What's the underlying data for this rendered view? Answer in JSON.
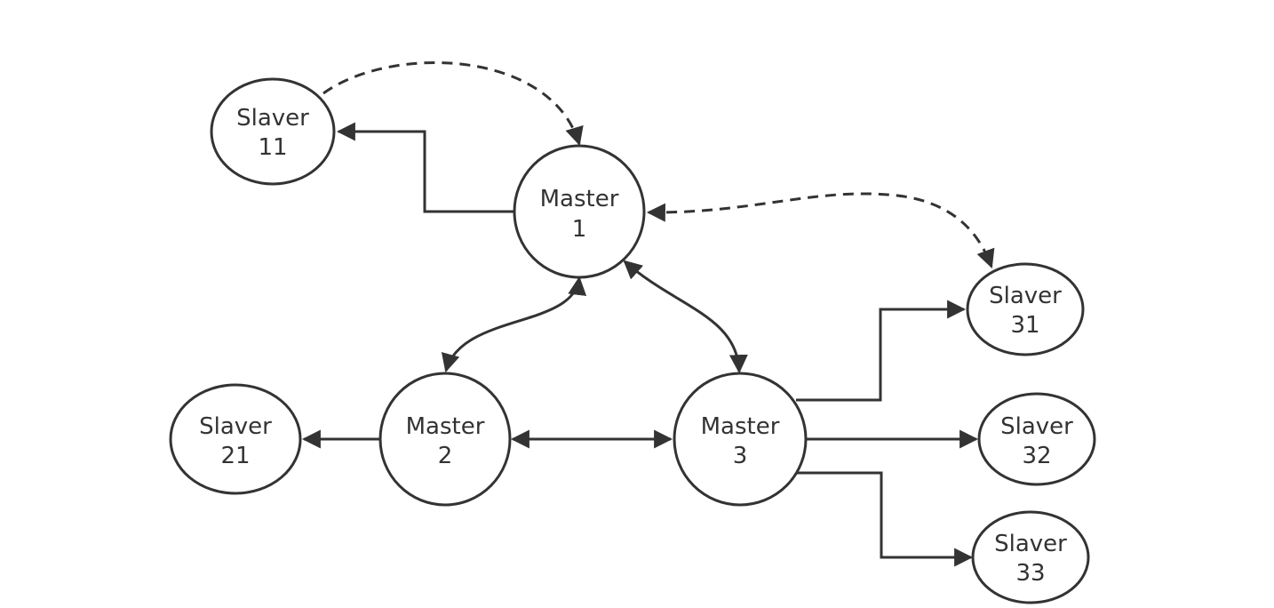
{
  "diagram": {
    "colors": {
      "stroke": "#333333",
      "background": "#ffffff"
    },
    "nodes": {
      "master1": {
        "line1": "Master",
        "line2": "1"
      },
      "master2": {
        "line1": "Master",
        "line2": "2"
      },
      "master3": {
        "line1": "Master",
        "line2": "3"
      },
      "slaver11": {
        "line1": "Slaver",
        "line2": "11"
      },
      "slaver21": {
        "line1": "Slaver",
        "line2": "21"
      },
      "slaver31": {
        "line1": "Slaver",
        "line2": "31"
      },
      "slaver32": {
        "line1": "Slaver",
        "line2": "32"
      },
      "slaver33": {
        "line1": "Slaver",
        "line2": "33"
      }
    }
  }
}
